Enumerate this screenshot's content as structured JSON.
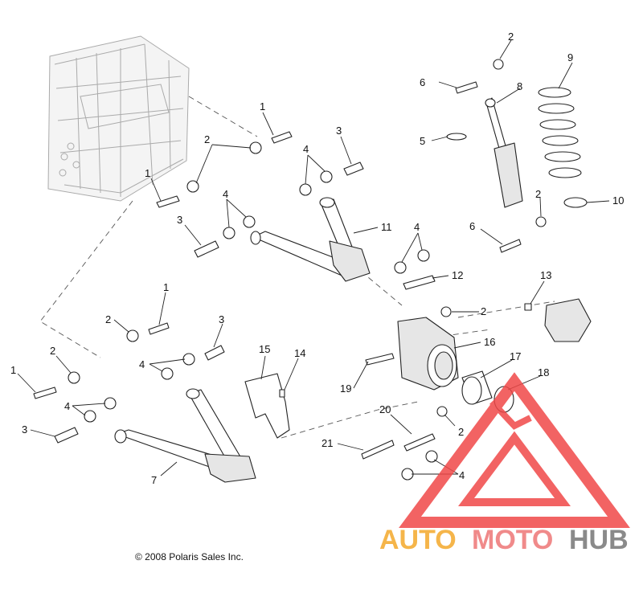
{
  "callouts": {
    "c1a": "1",
    "c1b": "1",
    "c1c": "1",
    "c1d": "1",
    "c2a": "2",
    "c2b": "2",
    "c2c": "2",
    "c2d": "2",
    "c2e": "2",
    "c2f": "2",
    "c2g": "2",
    "c3a": "3",
    "c3b": "3",
    "c3c": "3",
    "c3d": "3",
    "c4a": "4",
    "c4b": "4",
    "c4c": "4",
    "c4d": "4",
    "c4e": "4",
    "c4f": "4",
    "c5": "5",
    "c6a": "6",
    "c6b": "6",
    "c7": "7",
    "c8": "8",
    "c9": "9",
    "c10": "10",
    "c11": "11",
    "c12": "12",
    "c13": "13",
    "c14": "14",
    "c15": "15",
    "c16": "16",
    "c17": "17",
    "c18": "18",
    "c19": "19",
    "c20": "20",
    "c21": "21"
  },
  "copyright": "© 2008 Polaris Sales Inc.",
  "watermark": {
    "part1": "AUTO",
    "part2": "MOTO",
    "part3": "HUB",
    "colors": {
      "auto": "#f5b54a",
      "moto": "#f08a8a",
      "hub": "#8a8a8a",
      "logo": "#f04848"
    }
  }
}
